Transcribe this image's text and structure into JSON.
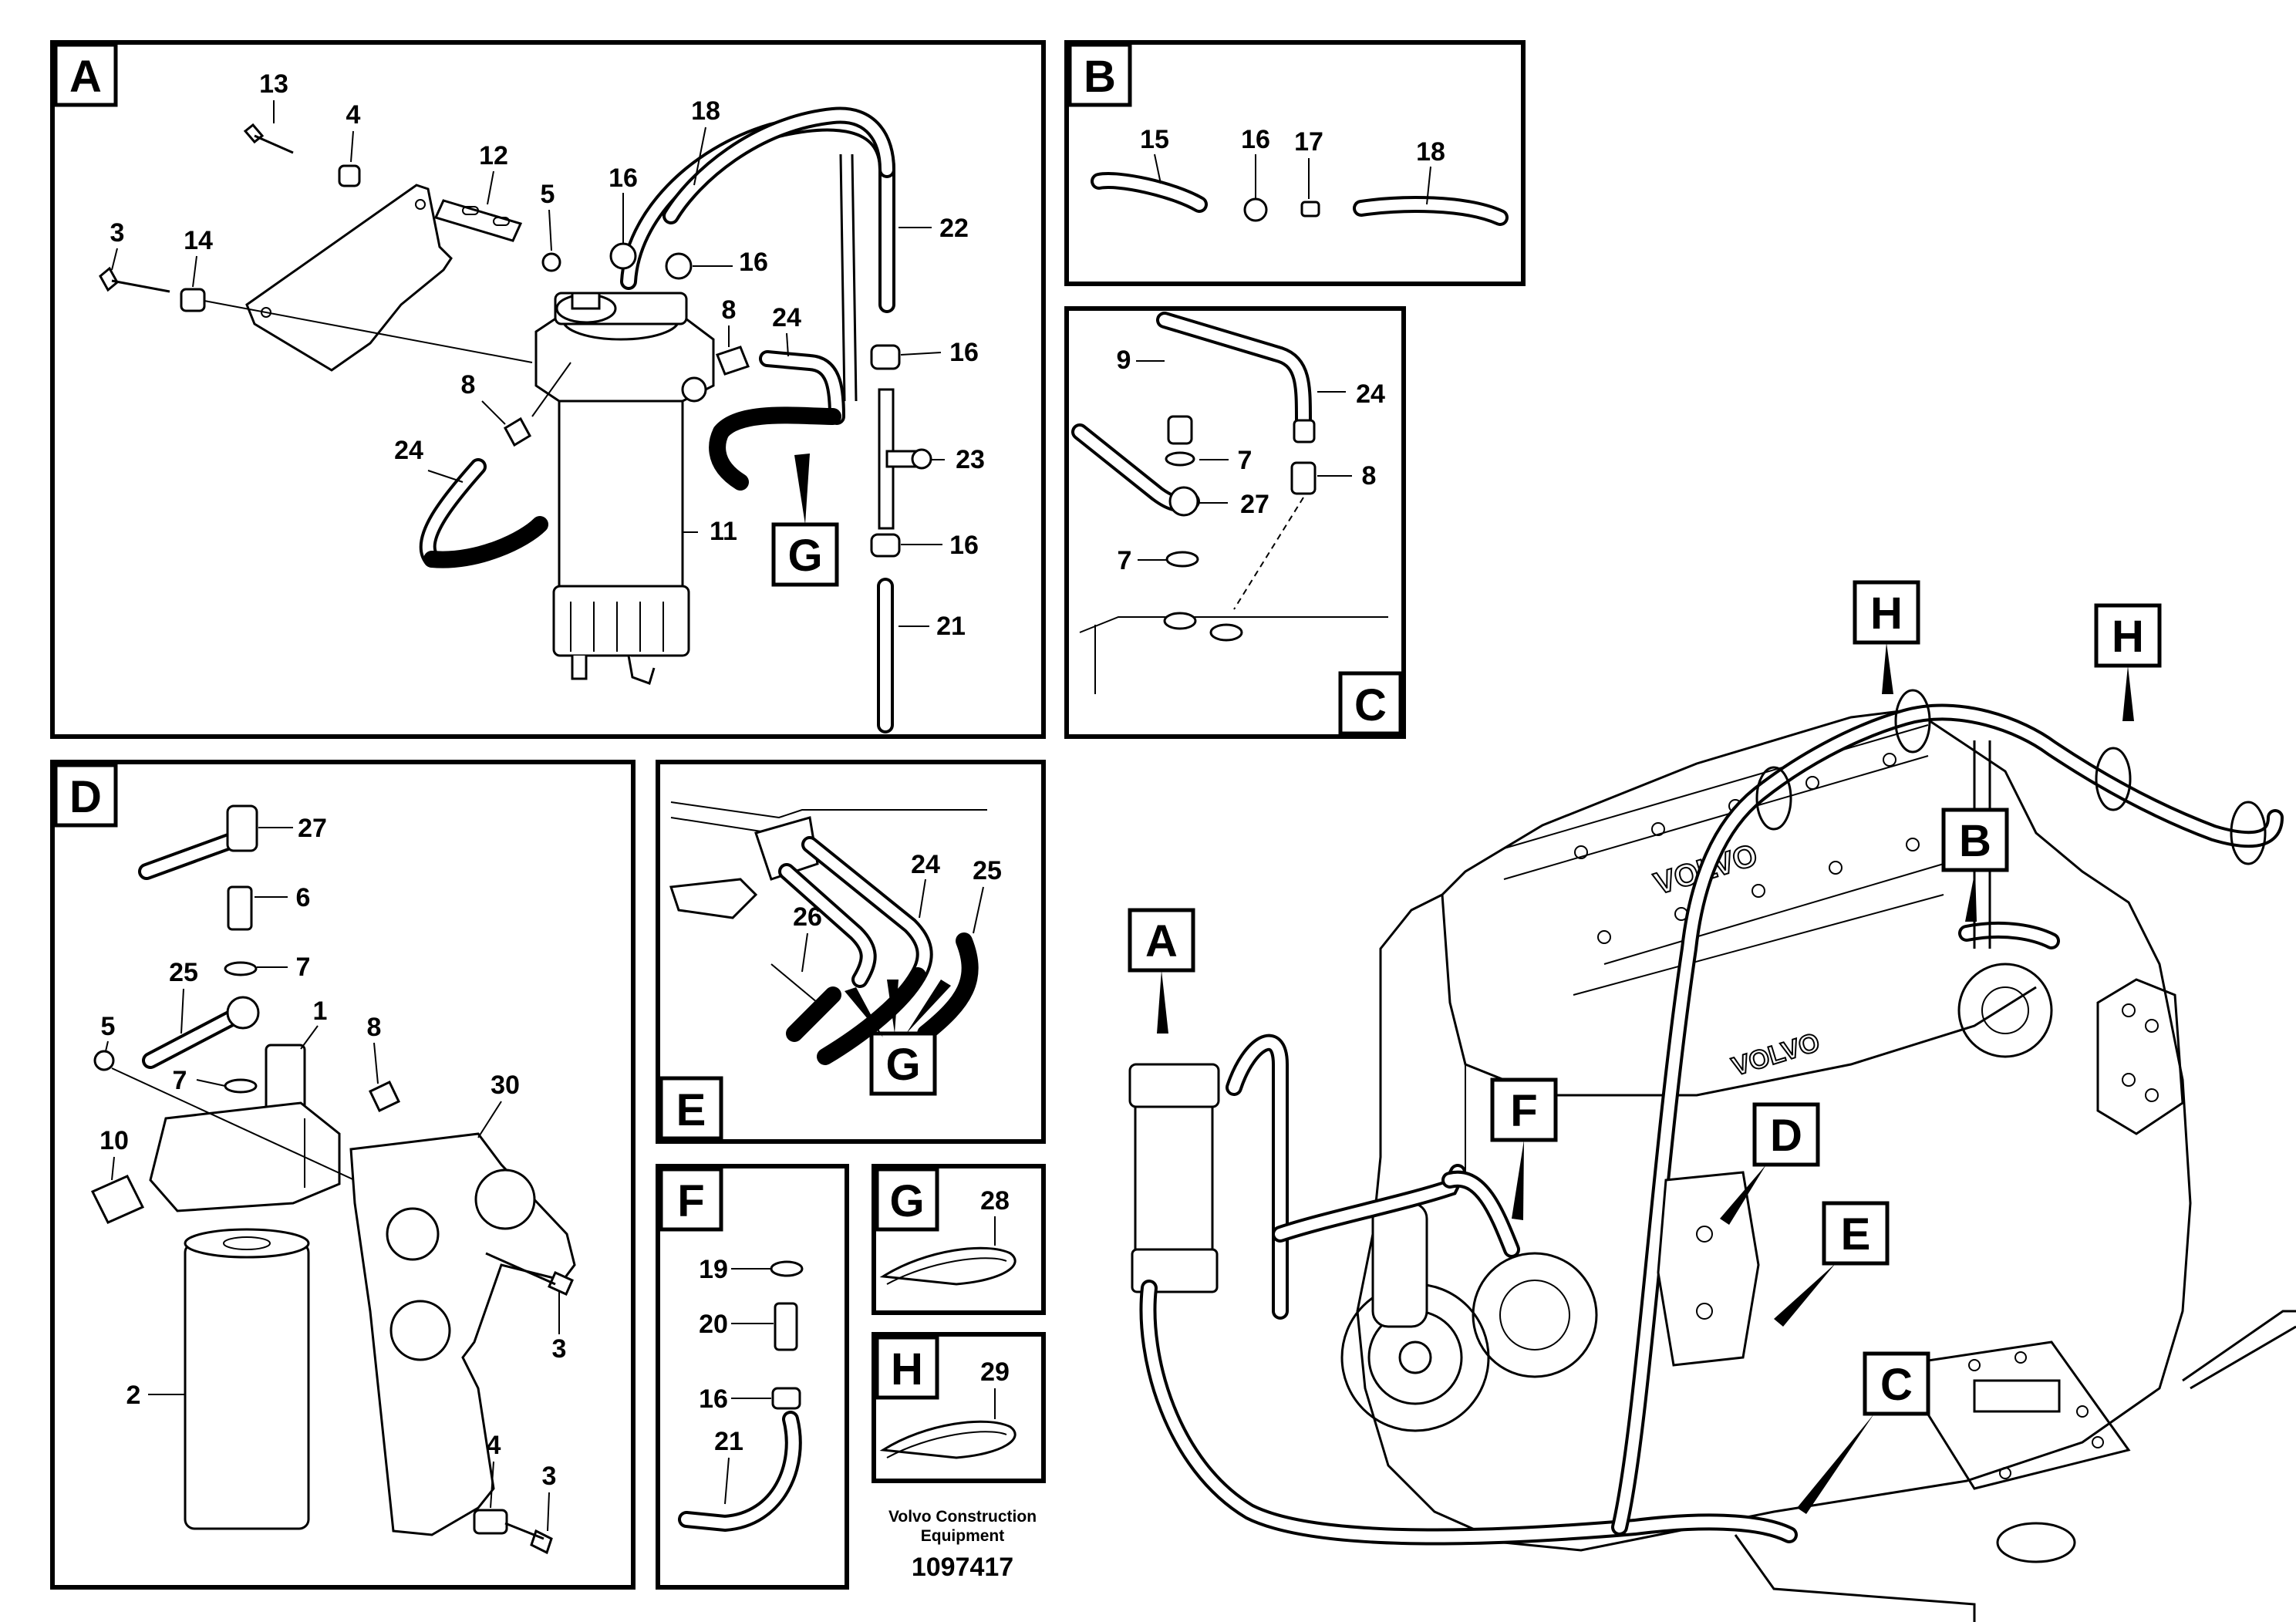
{
  "panels": {
    "A": {
      "tag": "A",
      "callouts": [
        "13",
        "4",
        "12",
        "5",
        "3",
        "14",
        "18",
        "16",
        "16",
        "22",
        "8",
        "24",
        "8",
        "16",
        "23",
        "24",
        "11",
        "16",
        "21"
      ],
      "detail_tag": "G"
    },
    "B": {
      "tag": "B",
      "callouts": [
        "15",
        "16",
        "17",
        "18"
      ]
    },
    "C": {
      "tag": "C",
      "callouts": [
        "9",
        "24",
        "7",
        "8",
        "27",
        "7"
      ]
    },
    "D": {
      "tag": "D",
      "callouts": [
        "27",
        "6",
        "25",
        "7",
        "1",
        "8",
        "5",
        "7",
        "30",
        "10",
        "3",
        "2",
        "4",
        "3"
      ]
    },
    "E": {
      "tag": "E",
      "callouts": [
        "24",
        "25",
        "26"
      ],
      "detail_tag": "G"
    },
    "F": {
      "tag": "F",
      "callouts": [
        "19",
        "20",
        "16",
        "21"
      ]
    },
    "G": {
      "tag": "G",
      "callouts": [
        "28"
      ]
    },
    "H": {
      "tag": "H",
      "callouts": [
        "29"
      ]
    }
  },
  "overview": {
    "tags": [
      "H",
      "H",
      "B",
      "A",
      "F",
      "D",
      "E",
      "C"
    ],
    "brand_text": "VOLVO"
  },
  "footer": {
    "company_line1": "Volvo Construction",
    "company_line2": "Equipment",
    "drawing_number": "1097417"
  }
}
